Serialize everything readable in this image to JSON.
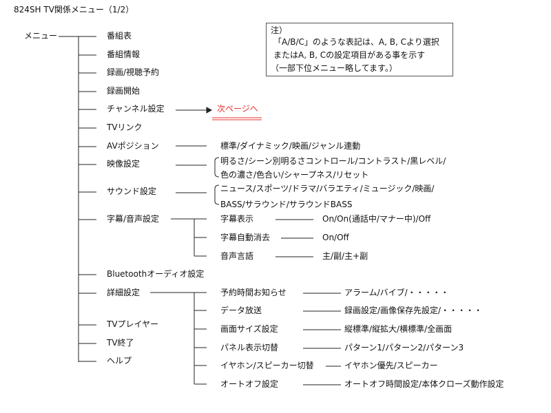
{
  "title": "824SH TV関係メニュー（1/2）",
  "root": "メニュー",
  "note": {
    "head": "注）",
    "lines": [
      "「A/B/C」のような表記は、A, B, Cより選択",
      "またはA, B, Cの設定項目がある事を示す",
      "（一部下位メニュー略してます。）"
    ]
  },
  "items": [
    "番組表",
    "番組情報",
    "録画/視聴予約",
    "録画開始",
    "チャンネル設定",
    "TVリンク",
    "AVポジション",
    "映像設定",
    "サウンド設定",
    "字幕/音声設定",
    "Bluetoothオーディオ設定",
    "詳細設定",
    "TVプレイヤー",
    "TV終了",
    "ヘルプ"
  ],
  "next_page": "次ページへ",
  "av_options": "標準/ダイナミック/映画/ジャンル連動",
  "video_options": [
    "明るさ/シーン別明るさコントロール/コントラスト/黒レベル/",
    "色の濃さ/色合い/シャープネス/リセット"
  ],
  "sound_options": [
    "ニュース/スポーツ/ドラマ/バラエティ/ミュージック/映画/",
    "BASS/サラウンド/サラウンドBASS"
  ],
  "subtitle_sub": [
    {
      "label": "字幕表示",
      "value": "On/On(通話中/マナー中)/Off"
    },
    {
      "label": "字幕自動消去",
      "value": "On/Off"
    },
    {
      "label": "音声言語",
      "value": "主/副/主+副"
    }
  ],
  "detail_sub": [
    {
      "label": "予約時間お知らせ",
      "value": "アラーム/バイブ/・・・・・"
    },
    {
      "label": "データ放送",
      "value": "録画設定/画像保存先設定/・・・・・"
    },
    {
      "label": "画面サイズ設定",
      "value": "縦標準/縦拡大/横標準/全画面"
    },
    {
      "label": "パネル表示切替",
      "value": "パターン1/パターン2/パターン3"
    },
    {
      "label": "イヤホン/スピーカー切替",
      "value": "イヤホン優先/スピーカー"
    },
    {
      "label": "オートオフ設定",
      "value": "オートオフ時間設定/本体クローズ動作設定"
    }
  ]
}
